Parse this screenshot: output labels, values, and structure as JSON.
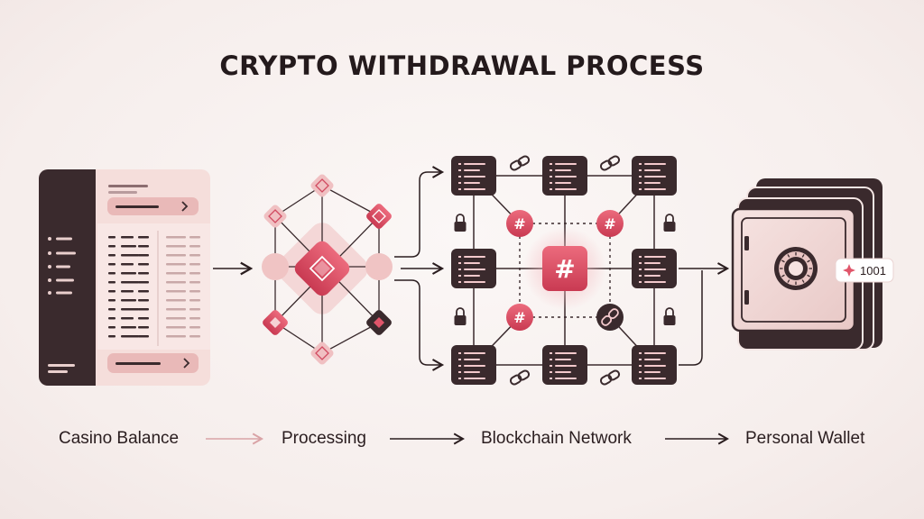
{
  "title": "CRYPTO WITHDRAWAL PROCESS",
  "steps": [
    {
      "label": "Casino Balance"
    },
    {
      "label": "Processing"
    },
    {
      "label": "Blockchain Network"
    },
    {
      "label": "Personal Wallet"
    }
  ],
  "blockchain": {
    "center_symbol": "#",
    "node_symbol": "#"
  },
  "wallet": {
    "badge_text": "1001"
  },
  "colors": {
    "dark": "#3a2a2d",
    "accent": "#e0556a",
    "accent_light": "#f3c9cc",
    "panel": "#f4dcd9"
  },
  "icons": [
    "lock-icon",
    "chain-link-icon",
    "hash-icon",
    "diamond-icon",
    "safe-dial-icon",
    "sparkle-icon"
  ]
}
